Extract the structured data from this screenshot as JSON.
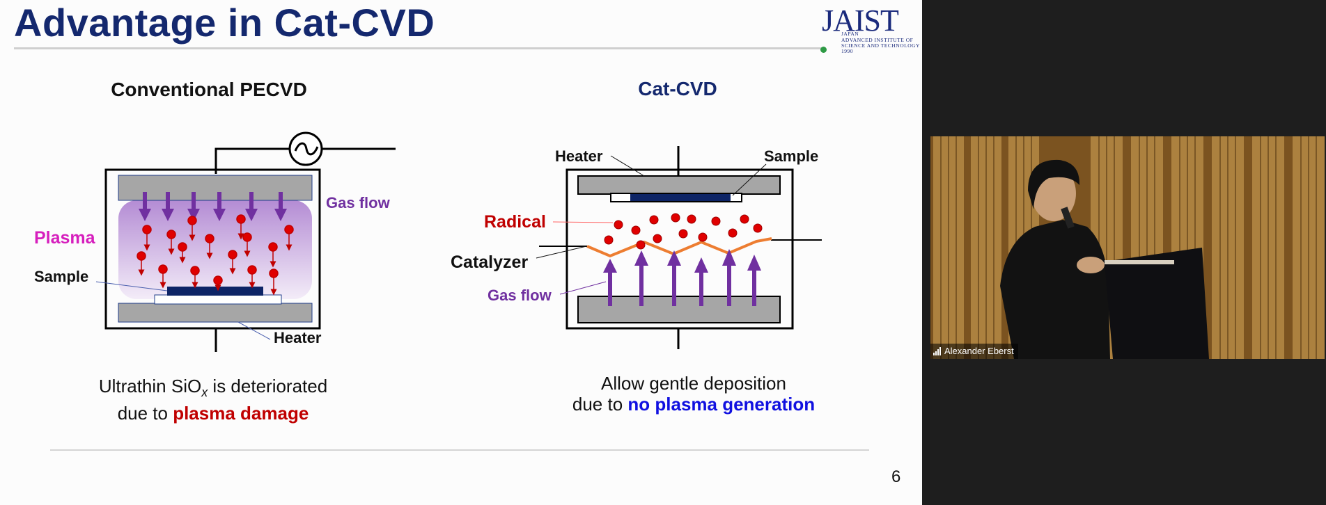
{
  "slide": {
    "title": "Advantage in Cat-CVD",
    "page_number": "6",
    "logo": {
      "main": "JAIST",
      "lines": [
        "JAPAN",
        "ADVANCED INSTITUTE OF",
        "SCIENCE AND TECHNOLOGY",
        "1990"
      ]
    },
    "left": {
      "heading": "Conventional PECVD",
      "label_plasma": "Plasma",
      "label_gas_flow": "Gas flow",
      "label_sample": "Sample",
      "label_heater": "Heater",
      "caption_prefix": "Ultrathin SiO",
      "caption_subscript": "x",
      "caption_suffix": " is deteriorated",
      "caption_line2_prefix": "due to ",
      "caption_line2_highlight": "plasma damage"
    },
    "right": {
      "heading": "Cat-CVD",
      "label_heater": "Heater",
      "label_sample": "Sample",
      "label_radical": "Radical",
      "label_catalyzer": "Catalyzer",
      "label_gas_flow": "Gas flow",
      "caption_line1": "Allow gentle deposition",
      "caption_line2_prefix": "due to ",
      "caption_line2_highlight": "no plasma generation"
    },
    "colors": {
      "title": "#14286e",
      "plasma_label": "#d61fbd",
      "gas_flow": "#7030a0",
      "radical": "#c00000",
      "damage": "#c00000",
      "no_plasma": "#1010e0",
      "catalyzer_wire": "#ed7d31",
      "sample": "#0d2466",
      "plate": "#a6a6a6"
    }
  },
  "video": {
    "participant_name": "Alexander Eberst",
    "signal_icon": "signal-bars-icon"
  }
}
